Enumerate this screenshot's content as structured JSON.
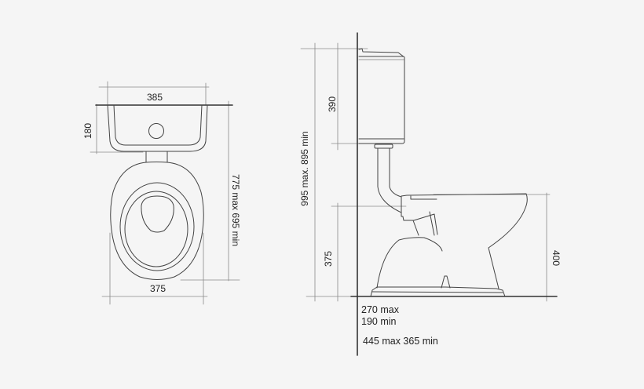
{
  "diagram": {
    "title": "",
    "colors": {
      "background": "#f5f5f5",
      "outline": "#333333",
      "dim_line": "#777777",
      "wall_line": "#333333",
      "text": "#222222"
    },
    "top_view": {
      "cistern_width_label": "385",
      "cistern_depth_label": "180",
      "overall_length_label": "775 max 695 min",
      "pan_width_label": "375"
    },
    "side_view": {
      "overall_height_label": "995 max. 895 min",
      "cistern_height_label": "390",
      "inlet_height_label": "375",
      "pan_height_label": "400",
      "setout_label_line1": "270 max",
      "setout_label_line2": "190 min",
      "projection_label": "445 max 365 min"
    }
  }
}
